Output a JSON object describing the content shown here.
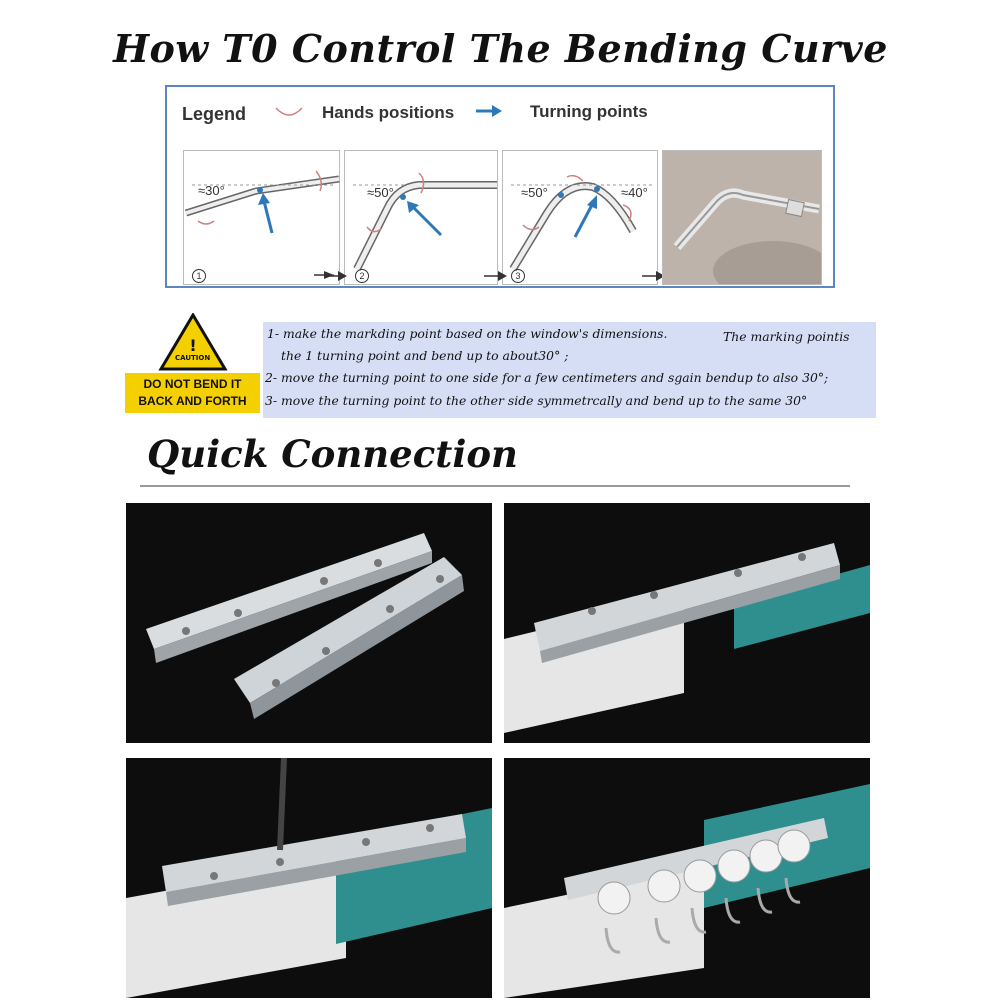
{
  "title": "How T0 Control The Bending Curve",
  "legend": {
    "label": "Legend",
    "hands_label": "Hands positions",
    "turning_label": "Turning points"
  },
  "panels": [
    {
      "num": "1",
      "angles": [
        "≈30°"
      ]
    },
    {
      "num": "2",
      "angles": [
        "≈50°"
      ]
    },
    {
      "num": "3",
      "angles": [
        "≈50°",
        "≈40°"
      ]
    }
  ],
  "caution": {
    "sign": "CAUTION",
    "line1": "DO NOT BEND IT",
    "line2": "BACK AND FORTH"
  },
  "steps": [
    "1- make the markding point based on the window's dimensions.",
    "The marking pointis",
    "the 1 turning point and bend up to about30° ;",
    "2- move the turning point to one side for a few centimeters and sgain bendup to also 30°;",
    "3-  move the turning point to the other side symmetrcally and bend up to the same 30°"
  ],
  "section_title": "Quick Connection",
  "colors": {
    "legend_border": "#5b86c2",
    "arrow": "#2e78b8",
    "hand_mark": "#d08080",
    "steps_bg": "#d6def5",
    "caution_yellow": "#f5d000",
    "teal_rail": "#2f8f8f"
  }
}
